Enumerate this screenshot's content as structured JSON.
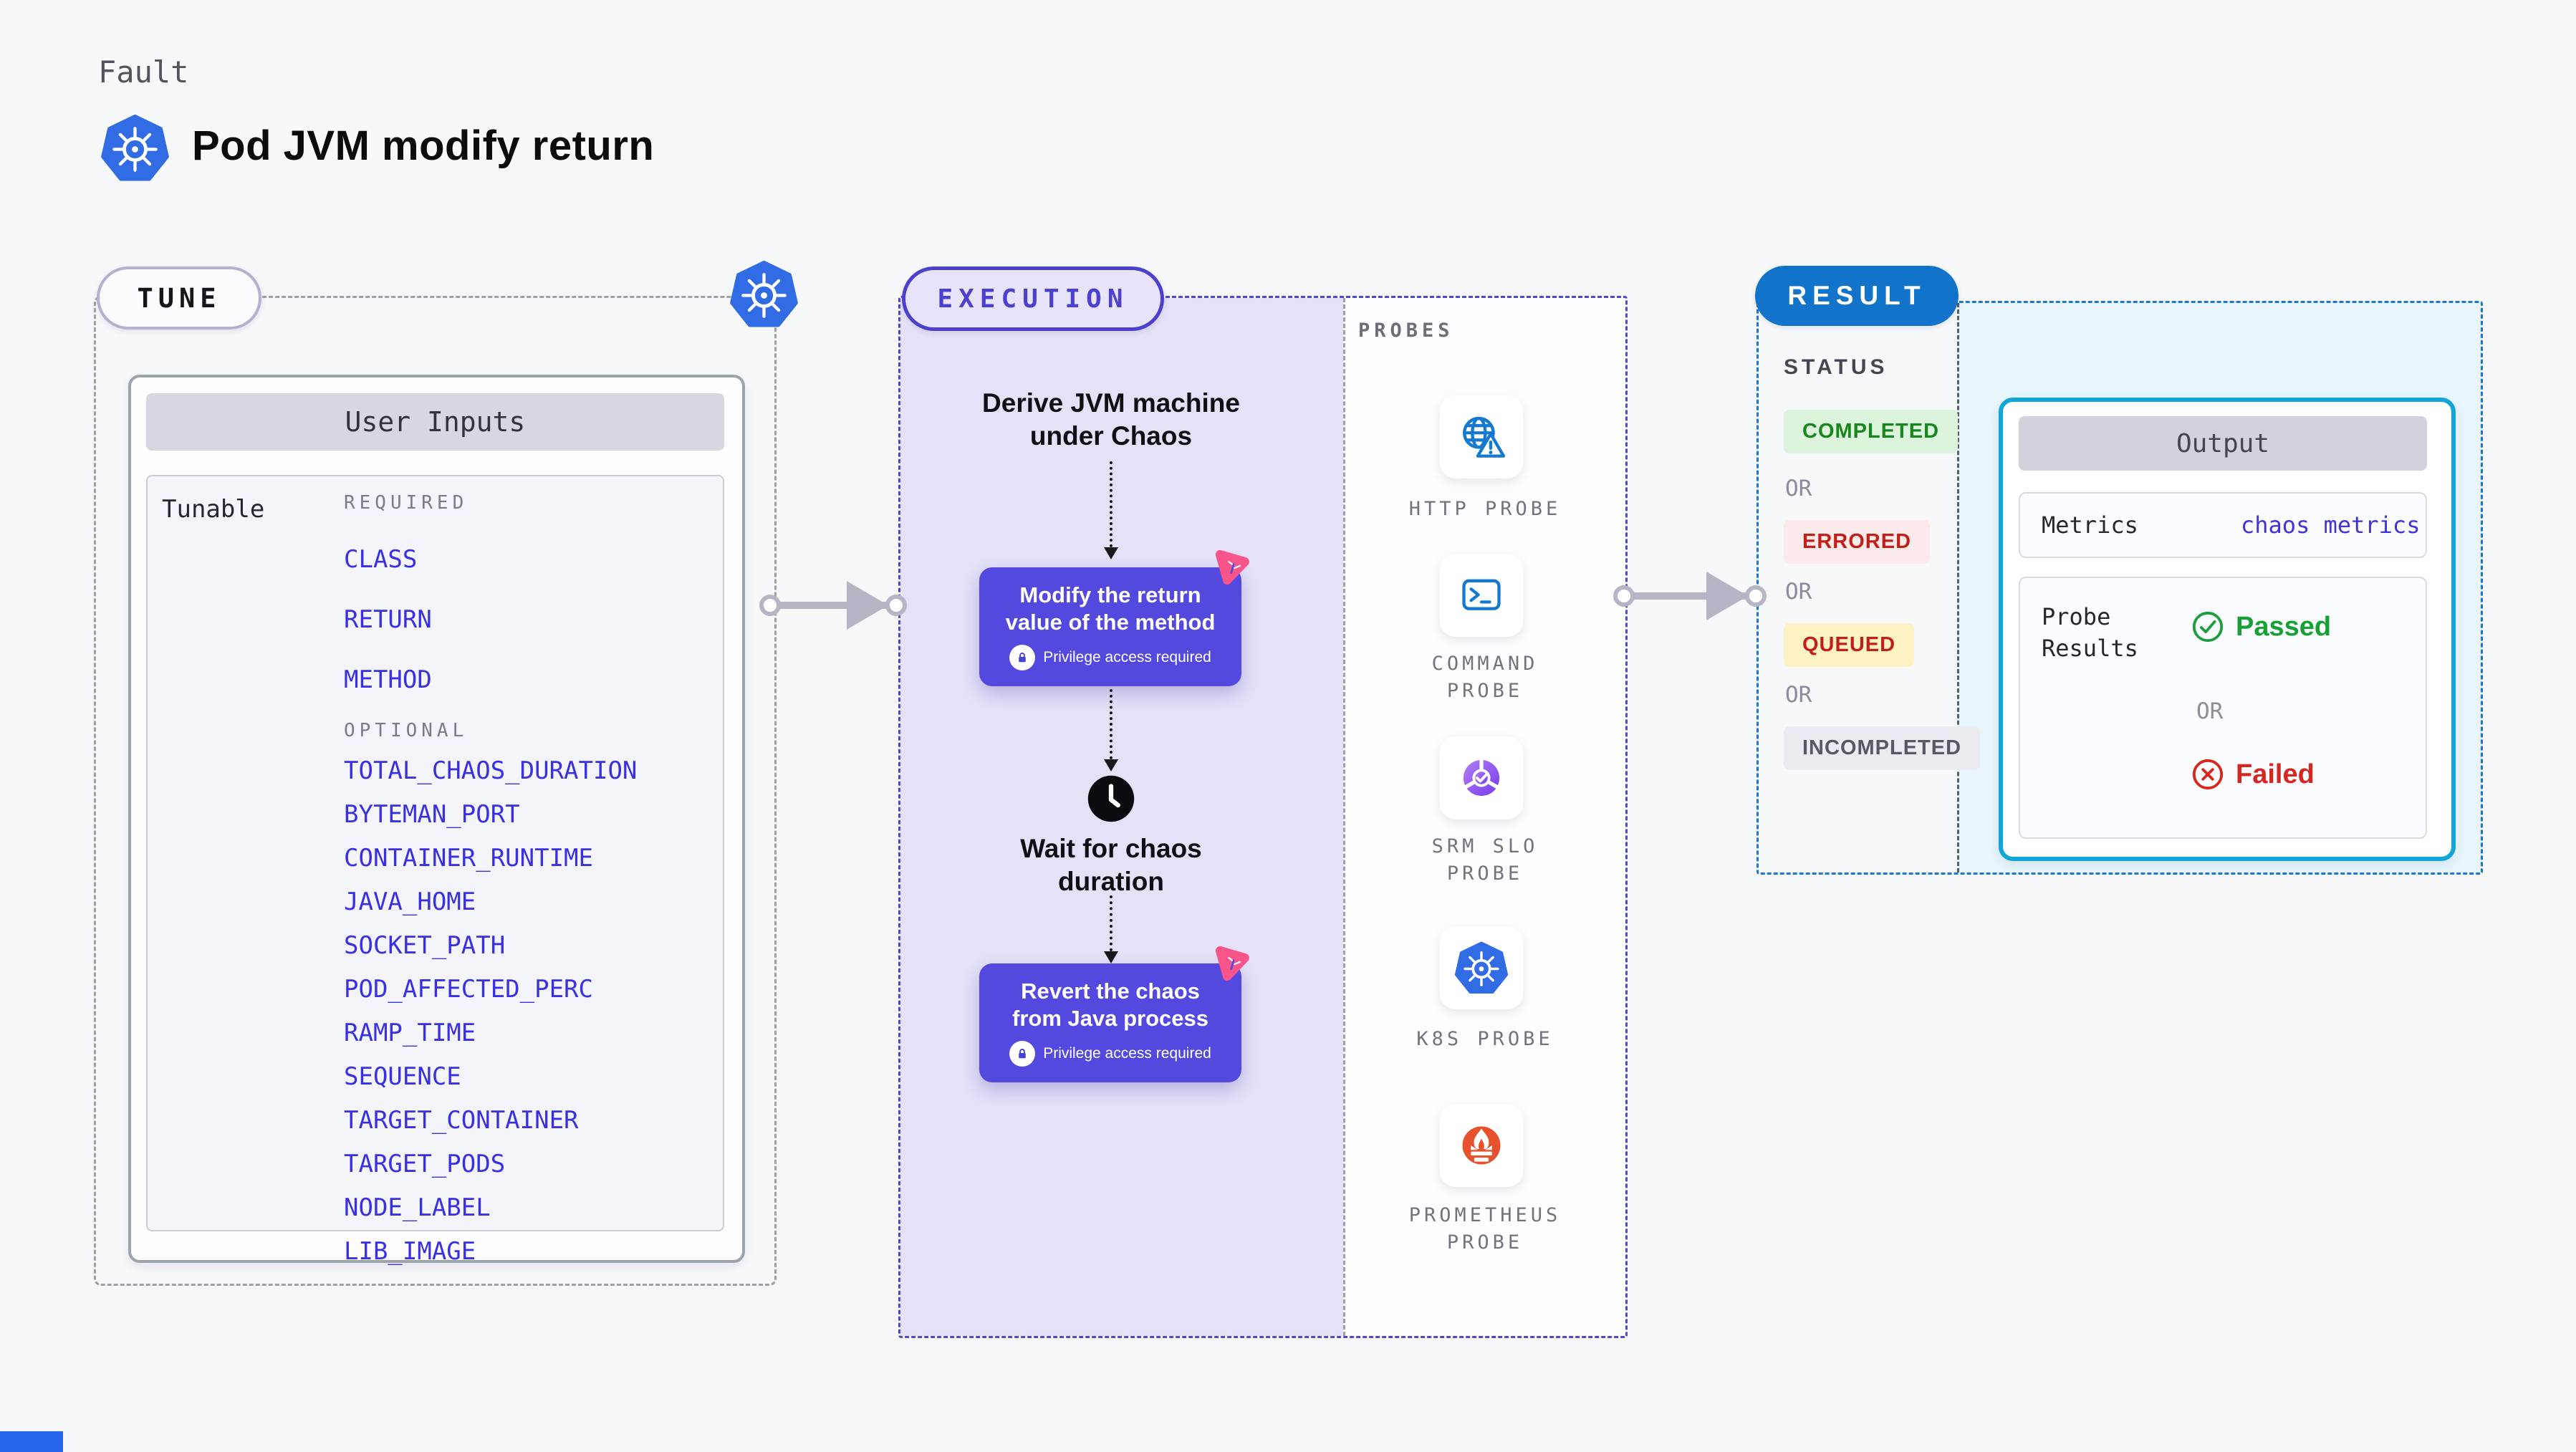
{
  "header": {
    "fault_label": "Fault",
    "title": "Pod JVM modify return",
    "logo_icon": "kubernetes-icon"
  },
  "tune": {
    "badge": "TUNE",
    "corner_icon": "kubernetes-icon",
    "card_title": "User Inputs",
    "tunable_label": "Tunable",
    "required_label": "REQUIRED",
    "required_items": [
      "CLASS",
      "RETURN",
      "METHOD"
    ],
    "optional_label": "OPTIONAL",
    "optional_items": [
      "TOTAL_CHAOS_DURATION",
      "BYTEMAN_PORT",
      "CONTAINER_RUNTIME",
      "JAVA_HOME",
      "SOCKET_PATH",
      "POD_AFFECTED_PERC",
      "RAMP_TIME",
      "SEQUENCE",
      "TARGET_CONTAINER",
      "TARGET_PODS",
      "NODE_LABEL",
      "LIB_IMAGE"
    ]
  },
  "execution": {
    "badge": "EXECUTION",
    "steps": {
      "derive": "Derive JVM machine under Chaos",
      "modify": "Modify the return value of the method",
      "wait": "Wait for chaos duration",
      "revert": "Revert the chaos from Java process"
    },
    "privilege_label": "Privilege access required",
    "wait_icon": "clock-icon",
    "chaos_icon": "chaos-spark-icon",
    "lock_icon": "lock-icon"
  },
  "probes": {
    "label": "PROBES",
    "items": [
      {
        "name": "HTTP PROBE",
        "icon": "globe-warning-icon"
      },
      {
        "name": "COMMAND PROBE",
        "icon": "terminal-icon"
      },
      {
        "name": "SRM SLO PROBE",
        "icon": "slo-gauge-icon"
      },
      {
        "name": "K8S PROBE",
        "icon": "kubernetes-icon"
      },
      {
        "name": "PROMETHEUS PROBE",
        "icon": "prometheus-flame-icon"
      }
    ]
  },
  "result": {
    "badge": "RESULT",
    "status_label": "STATUS",
    "or_label": "OR",
    "statuses": [
      {
        "label": "COMPLETED",
        "color": "#17871d"
      },
      {
        "label": "ERRORED",
        "color": "#c11f1a"
      },
      {
        "label": "QUEUED",
        "color": "#c11f1a"
      },
      {
        "label": "INCOMPLETED",
        "color": "#575765"
      }
    ],
    "output": {
      "title": "Output",
      "metrics_label": "Metrics",
      "metrics_value": "chaos metrics",
      "probe_results_label": "Probe Results",
      "passed_label": "Passed",
      "or_label": "OR",
      "failed_label": "Failed",
      "passed_icon": "check-circle-icon",
      "failed_icon": "x-circle-icon"
    }
  },
  "colors": {
    "page_bg": "#f7f8fa",
    "kubernetes_blue": "#326ce5",
    "execution_indigo": "#4b41ce",
    "execution_bg": "#e4e1f8",
    "step_box_purple": "#5449df",
    "chaos_pink": "#f9558a",
    "item_blue": "#3a30e3",
    "result_blue": "#1273cb",
    "output_cyan": "#12a5da",
    "result_bg": "#e8f6fc",
    "completed_green": "#17871d",
    "errored_red": "#c11f1a",
    "passed_green": "#17a135",
    "failed_red": "#d6261f",
    "probe_icon_blue": "#1579d0",
    "prometheus_orange": "#e6522c"
  }
}
